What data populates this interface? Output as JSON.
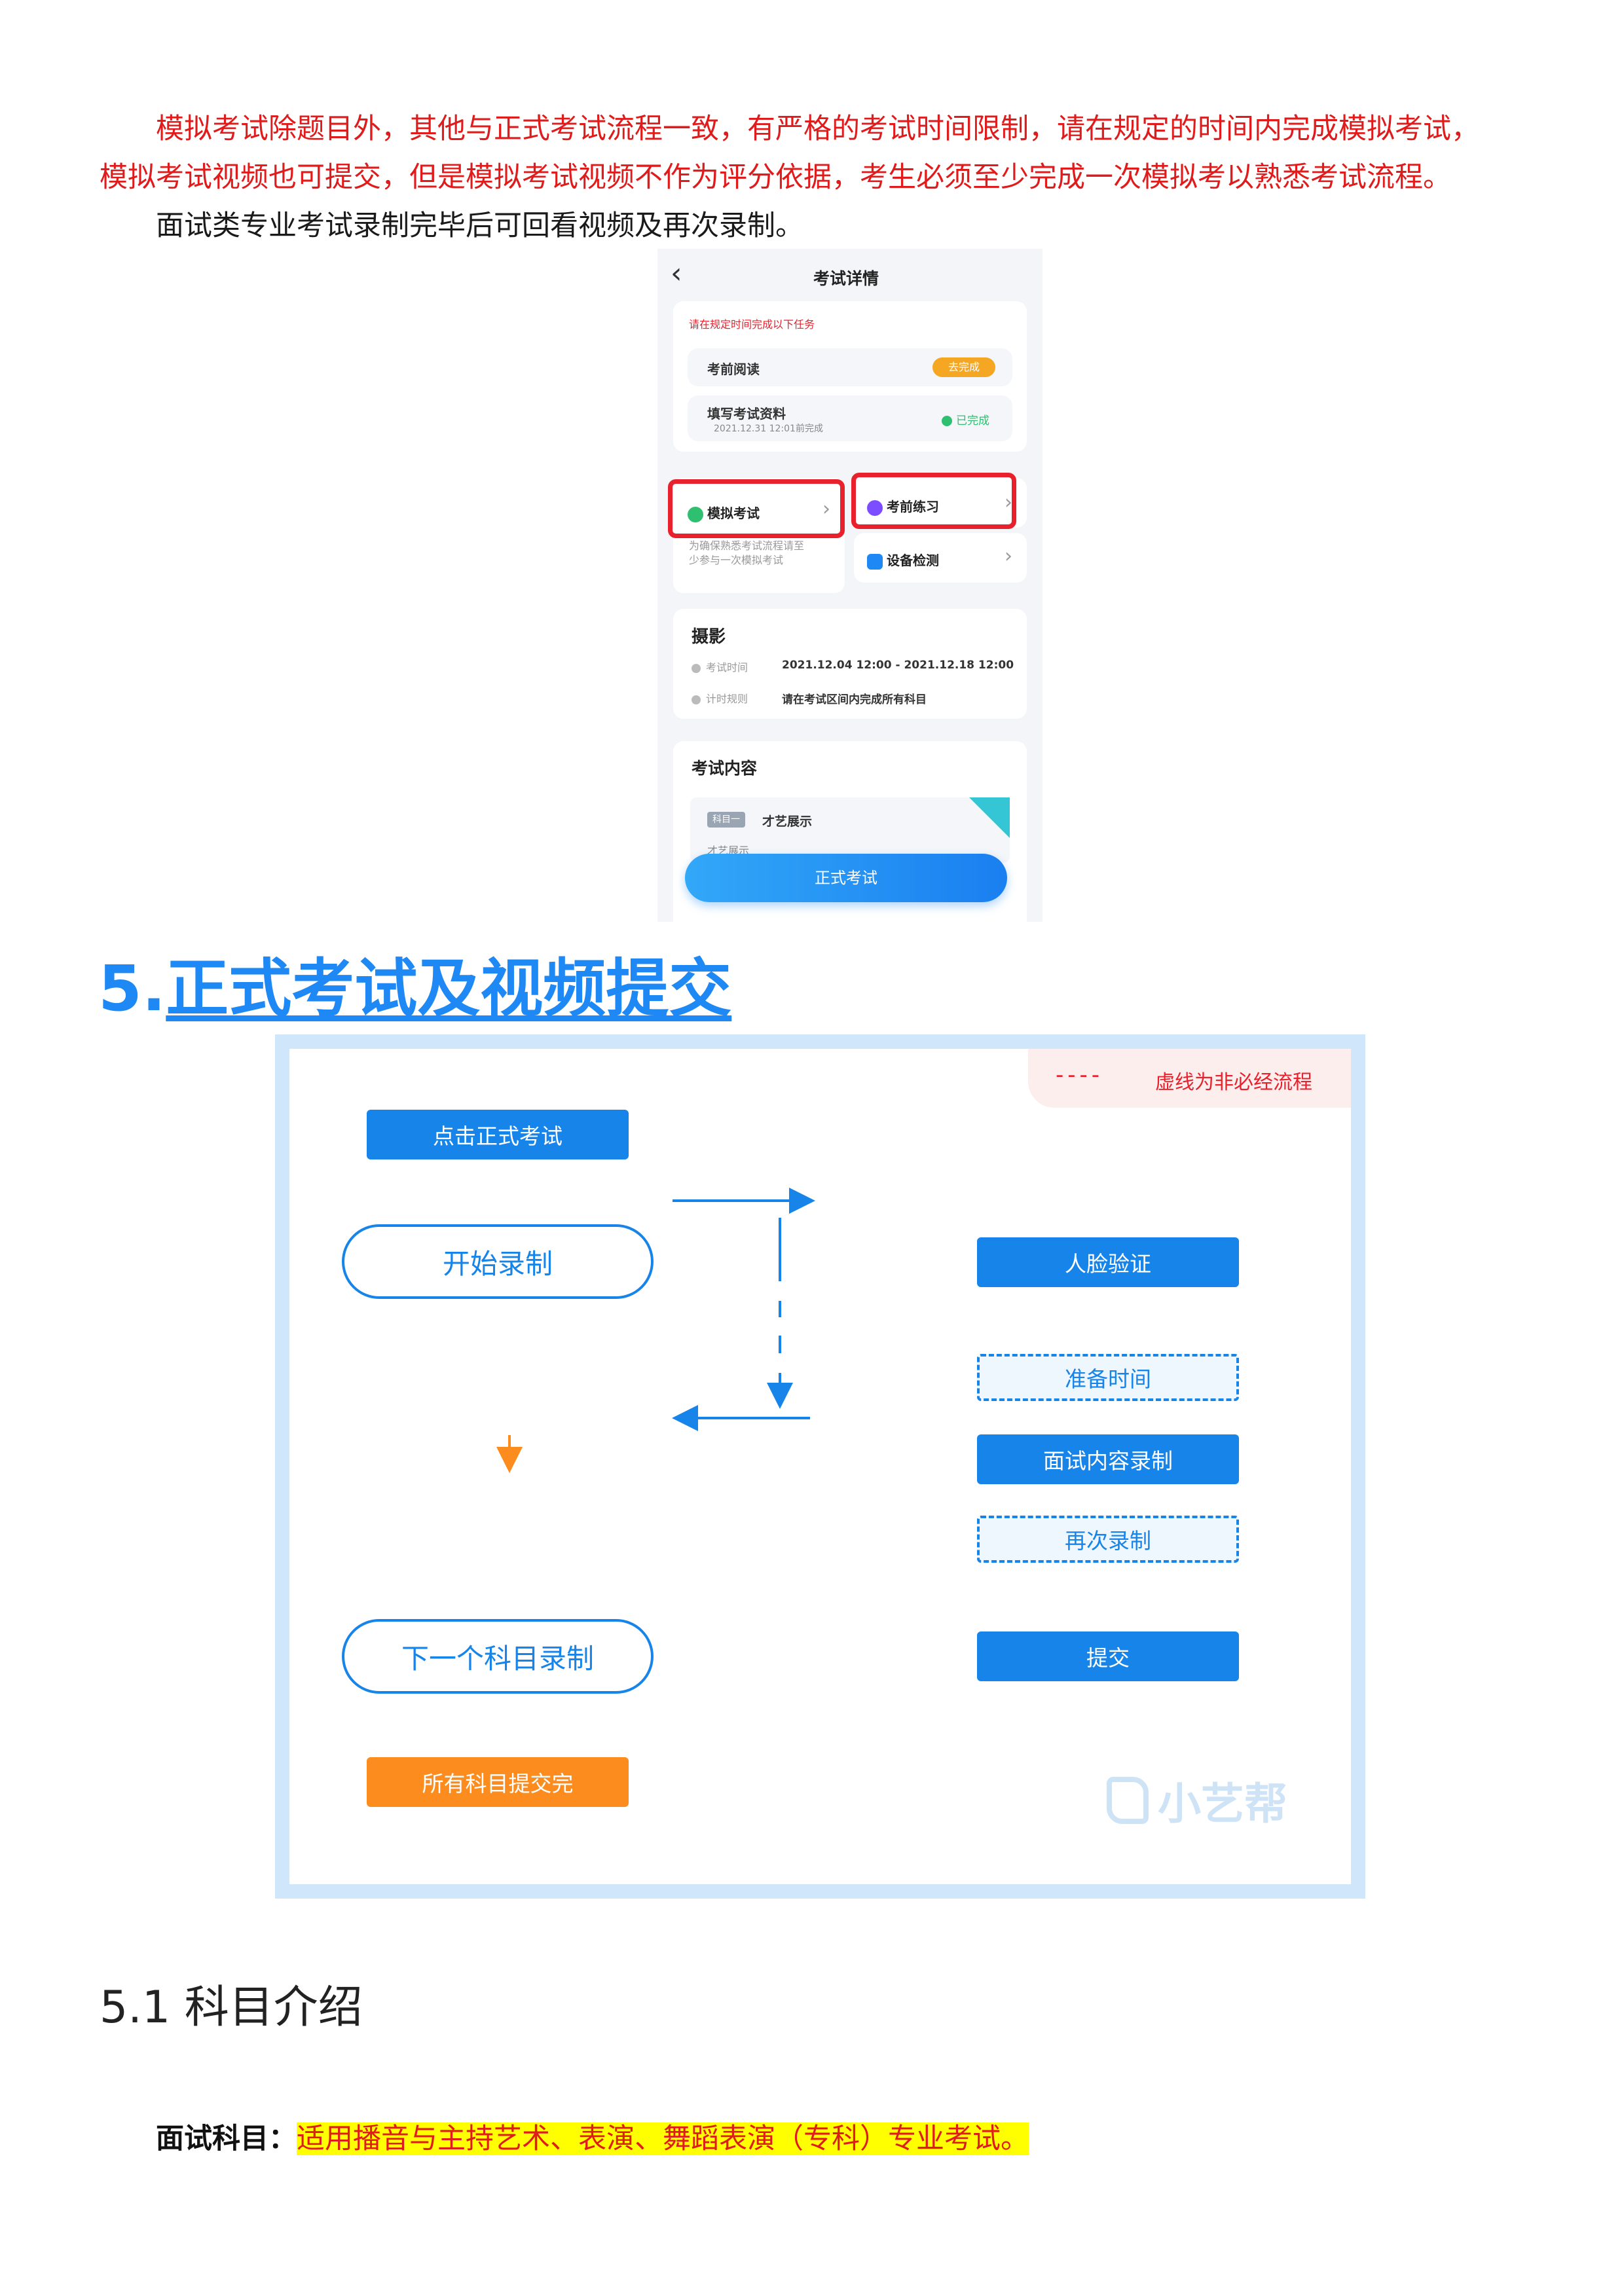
{
  "intro": {
    "line1": "模拟考试除题目外，其他与正式考试流程一致，有严格的考试时间限制，请在规定的时间内完成模拟考试，",
    "line2": "模拟考试视频也可提交，但是模拟考试视频不作为评分依据，考生必须至少完成一次模拟考以熟悉考试流程。",
    "line3": "面试类专业考试录制完毕后可回看视频及再次录制。"
  },
  "phone": {
    "back_glyph": "‹",
    "title": "考试详情",
    "task_note": "请在规定时间完成以下任务",
    "tasks": [
      {
        "label": "考前阅读",
        "status": "去完成"
      },
      {
        "label": "填写考试资料",
        "sub": "2021.12.31 12:01前完成",
        "status": "已完成"
      }
    ],
    "mock_exam": "模拟考试",
    "mock_note_1": "为确保熟悉考试流程请至",
    "mock_note_2": "少参与一次模拟考试",
    "practice": "考前练习",
    "device_check": "设备检测",
    "subject_title": "摄影",
    "exam_time_label": "考试时间",
    "exam_time_value": "2021.12.04 12:00 - 2021.12.18 12:00",
    "timing_label": "计时规则",
    "timing_value": "请在考试区间内完成所有科目",
    "content_title": "考试内容",
    "subject_tag": "科目一",
    "subject_name": "才艺展示",
    "subject_sub": "才艺展示",
    "formal_button": "正式考试",
    "colors": {
      "accent": "#1e88f5",
      "danger": "#e8212c",
      "pending": "#f5a623",
      "done": "#2fbf71"
    }
  },
  "section5": {
    "number": "5.",
    "title": "正式考试及视频提交"
  },
  "flow": {
    "legend_dash": "----",
    "legend_text": "虚线为非必经流程",
    "start_exam": "点击正式考试",
    "start_record": "开始录制",
    "face_verify": "人脸验证",
    "prep_time": "准备时间",
    "record_content": "面试内容录制",
    "rerecord": "再次录制",
    "submit": "提交",
    "next_subject": "下一个科目录制",
    "all_done": "所有科目提交完",
    "watermark": "小艺帮"
  },
  "section51": {
    "title": "5.1 科目介绍"
  },
  "interview": {
    "label": "面试科目：",
    "text": "适用播音与主持艺术、表演、舞蹈表演（专科）专业考试。"
  }
}
